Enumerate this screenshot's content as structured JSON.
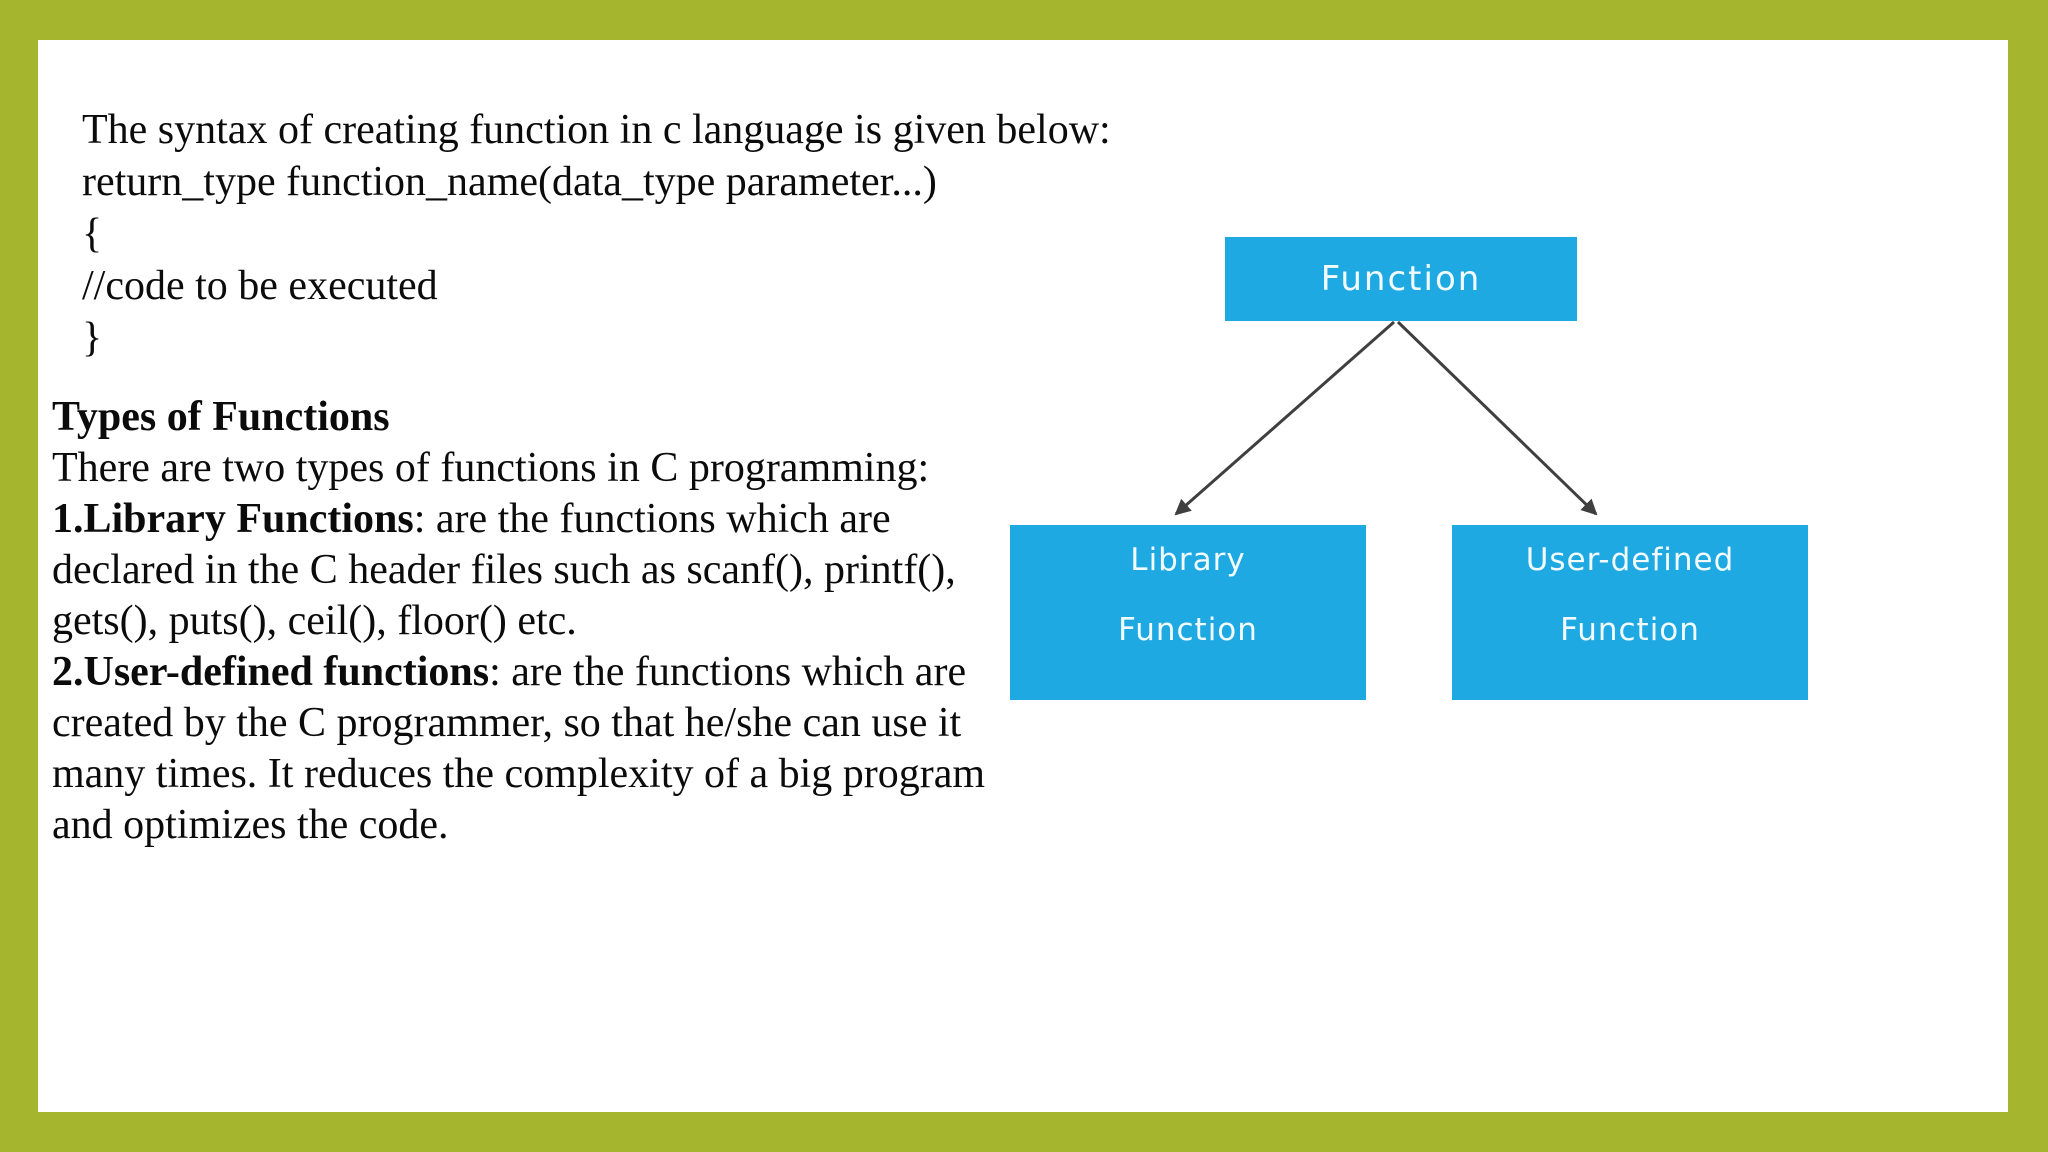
{
  "slide": {
    "colors": {
      "border": "#a5b52e",
      "background": "#ffffff",
      "box_fill": "#1ea9e2",
      "box_text": "#ffffff",
      "arrow": "#3f3f3f",
      "text": "#0b0b0b"
    },
    "syntax": {
      "lines": [
        "The syntax of creating function in c language is given below:",
        "return_type function_name(data_type parameter...)",
        "{",
        "//code to be executed",
        "}"
      ]
    },
    "types": {
      "lines": [
        {
          "bold": "Types of Functions",
          "text": ""
        },
        {
          "bold": "",
          "text": "There are two types of functions in C programming:"
        },
        {
          "bold": "1.Library Functions",
          "text": ": are the functions which are"
        },
        {
          "bold": "",
          "text": "declared in the C header files such as scanf(), printf(),"
        },
        {
          "bold": "",
          "text": "gets(), puts(), ceil(), floor() etc."
        },
        {
          "bold": "2.User-defined functions",
          "text": ": are the functions which are"
        },
        {
          "bold": "",
          "text": "created by the C programmer, so that he/she can use it"
        },
        {
          "bold": "",
          "text": "many times. It reduces the complexity of a big program"
        },
        {
          "bold": "",
          "text": "and optimizes the code."
        }
      ]
    },
    "diagram": {
      "root_label": "Function",
      "left_child": {
        "line1": "Library",
        "line2": "Function"
      },
      "right_child": {
        "line1": "User-defined",
        "line2": "Function"
      }
    }
  }
}
